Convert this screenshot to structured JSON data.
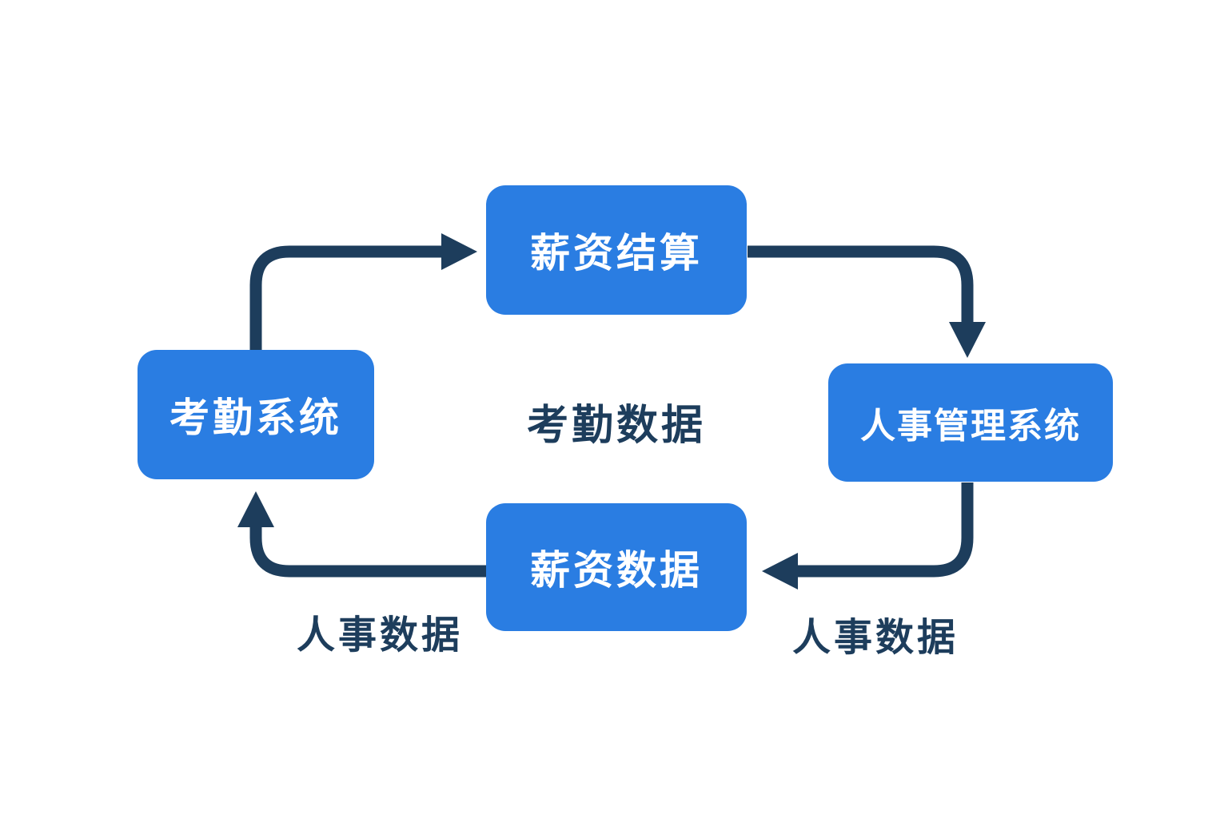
{
  "diagram": {
    "type": "cycle-flowchart",
    "nodes": [
      {
        "id": "payroll-settlement",
        "label": "薪资结算"
      },
      {
        "id": "attendance-system",
        "label": "考勤系统"
      },
      {
        "id": "hr-management-system",
        "label": "人事管理系统"
      },
      {
        "id": "payroll-data",
        "label": "薪资数据"
      }
    ],
    "labels": {
      "center": "考勤数据",
      "bottom_left": "人事数据",
      "bottom_right": "人事数据"
    },
    "arrows": [
      {
        "id": "attendance-to-settlement",
        "from": "attendance-system",
        "to": "payroll-settlement",
        "direction": "right"
      },
      {
        "id": "settlement-to-hr",
        "from": "payroll-settlement",
        "to": "hr-management-system",
        "direction": "down"
      },
      {
        "id": "hr-to-payroll-data",
        "from": "hr-management-system",
        "to": "payroll-data",
        "direction": "left"
      },
      {
        "id": "payroll-data-to-attendance",
        "from": "payroll-data",
        "to": "attendance-system",
        "direction": "up"
      }
    ],
    "colors": {
      "node_fill": "#2a7de2",
      "node_text": "#ffffff",
      "arrow": "#1d3d5c",
      "label_text": "#1d3d5c",
      "background": "#ffffff"
    }
  }
}
